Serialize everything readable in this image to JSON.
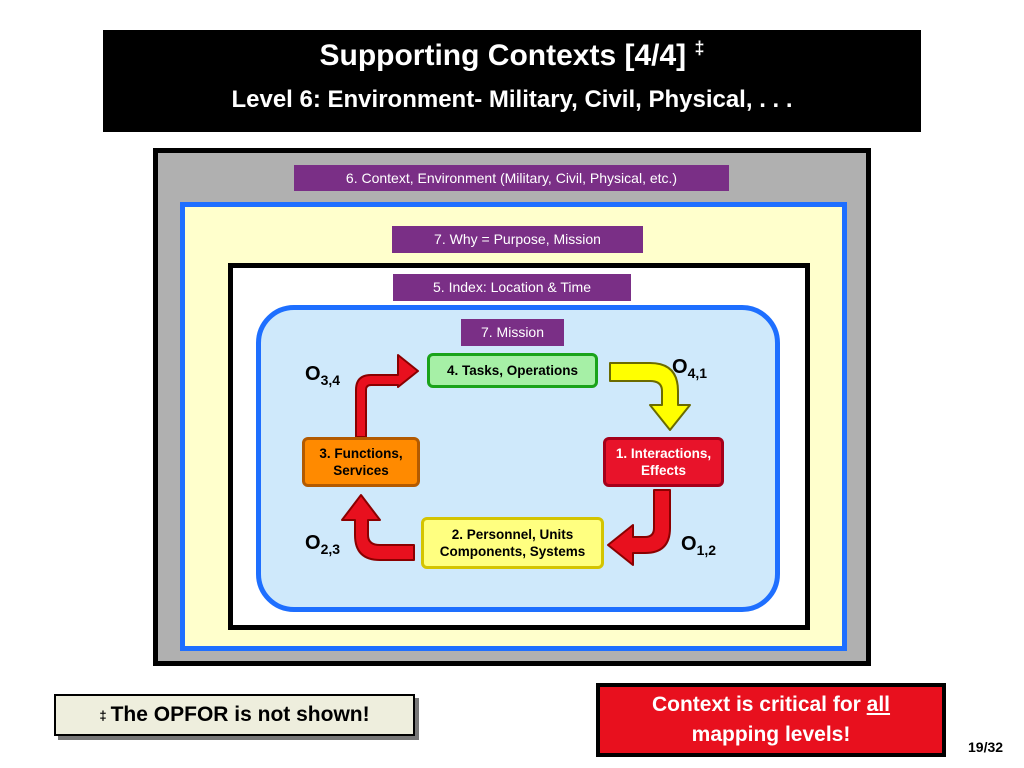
{
  "title": {
    "main": "Supporting Contexts [4/4]",
    "dagger": "‡",
    "subtitle": "Level 6: Environment- Military, Civil, Physical, .  .  ."
  },
  "diagram": {
    "context_label": "6. Context, Environment (Military, Civil, Physical, etc.)",
    "why_label": "7. Why = Purpose, Mission",
    "index_label": "5. Index:  Location & Time",
    "mission_label": "7.  Mission",
    "nodes": {
      "tasks": "4. Tasks, Operations",
      "interactions_line1": "1. Interactions,",
      "interactions_line2": "Effects",
      "functions_line1": "3. Functions,",
      "functions_line2": "Services",
      "personnel_line1": "2. Personnel, Units",
      "personnel_line2": "Components, Systems"
    },
    "o_labels": {
      "o34": {
        "base": "O",
        "sub": "3,4"
      },
      "o41": {
        "base": "O",
        "sub": "4,1"
      },
      "o23": {
        "base": "O",
        "sub": "2,3"
      },
      "o12": {
        "base": "O",
        "sub": "1,2"
      }
    },
    "colors": {
      "frame_blue": "#1e6fff",
      "purple": "#7a2f86",
      "arrow_red": "#e8101e",
      "arrow_yellow": "#ffff00"
    }
  },
  "notes": {
    "opfor_dagger": "‡",
    "opfor_text": "The OPFOR is not shown!",
    "critical_pre": "Context is critical for ",
    "critical_emph": "all",
    "critical_post": "mapping levels!"
  },
  "page_number": "19/32"
}
